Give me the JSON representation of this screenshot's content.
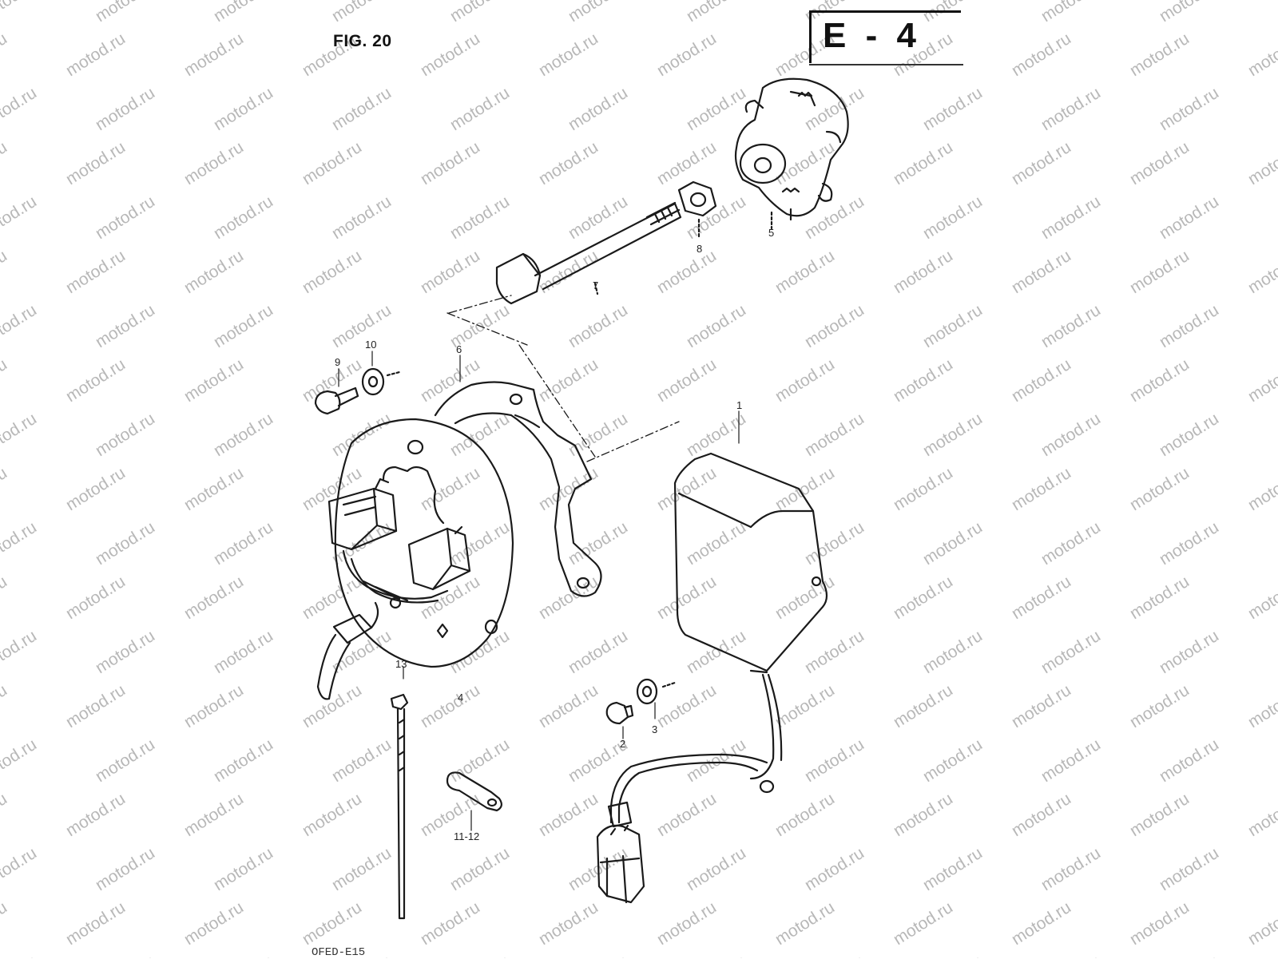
{
  "figure": {
    "label": "FIG. 20",
    "sheet_code": "E - 4",
    "footer_code": "OFED-E15"
  },
  "watermark": {
    "text": "motod.ru",
    "color": "#b8b8b8"
  },
  "callouts": {
    "c1": "1",
    "c2": "2",
    "c3": "3",
    "c4": "4",
    "c5": "5",
    "c6": "6",
    "c7": "7",
    "c8": "8",
    "c9": "9",
    "c10": "10",
    "c11_12": "11-12",
    "c13": "13"
  },
  "colors": {
    "ink": "#1a1a1a",
    "background": "#ffffff"
  }
}
